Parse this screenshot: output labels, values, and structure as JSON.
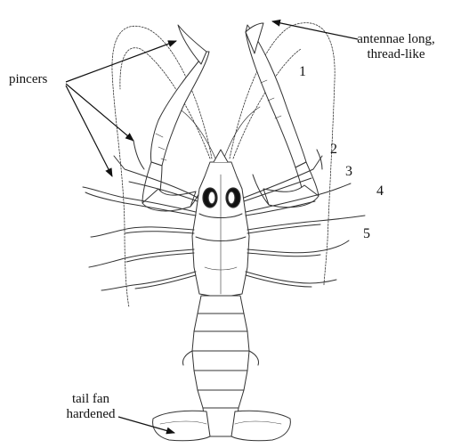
{
  "labels": {
    "pincers": "pincers",
    "antennae_line1": "antennae long,",
    "antennae_line2": "thread-like",
    "tail_line1": "tail fan",
    "tail_line2": "hardened",
    "leg_1": "1",
    "leg_2": "2",
    "leg_3": "3",
    "leg_4": "4",
    "leg_5": "5"
  },
  "colors": {
    "ink": "#111111",
    "outline": "#333333",
    "background": "#ffffff"
  }
}
